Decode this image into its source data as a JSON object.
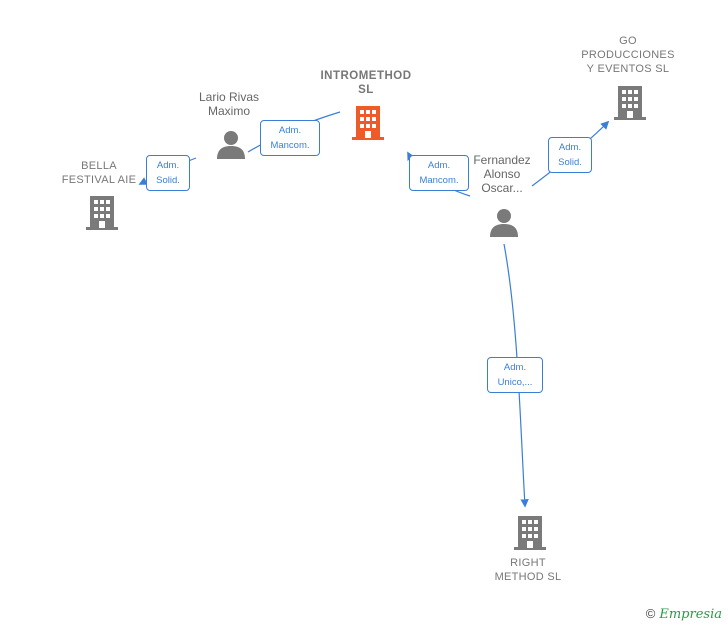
{
  "nodes": {
    "intromethod": {
      "label": "INTROMETHOD\nSL",
      "type": "company",
      "focus": true,
      "color": "#ef5a29"
    },
    "go_producciones": {
      "label": "GO\nPRODUCCIONES\nY EVENTOS SL",
      "type": "company",
      "color": "#7a7a7a"
    },
    "bella_festival": {
      "label": "BELLA\nFESTIVAL  AIE",
      "type": "company",
      "color": "#7a7a7a"
    },
    "right_method": {
      "label": "RIGHT\nMETHOD  SL",
      "type": "company",
      "color": "#7a7a7a"
    },
    "lario_rivas": {
      "label": "Lario Rivas\nMaximo",
      "type": "person",
      "color": "#7a7a7a"
    },
    "fernandez_alonso": {
      "label": "Fernandez\nAlonso\nOscar...",
      "type": "person",
      "color": "#7a7a7a"
    }
  },
  "edges": [
    {
      "from": "lario_rivas",
      "to": "intromethod",
      "label": "Adm.\nMancom."
    },
    {
      "from": "lario_rivas",
      "to": "bella_festival",
      "label": "Adm.\nSolid."
    },
    {
      "from": "fernandez_alonso",
      "to": "intromethod",
      "label": "Adm.\nMancom."
    },
    {
      "from": "fernandez_alonso",
      "to": "go_producciones",
      "label": "Adm.\nSolid."
    },
    {
      "from": "fernandez_alonso",
      "to": "right_method",
      "label": "Adm.\nUnico,..."
    }
  ],
  "colors": {
    "edge": "#3a7fd5",
    "focus": "#ef5a29",
    "neutral": "#7a7a7a"
  },
  "footer": {
    "symbol": "©",
    "brand": "Empresia"
  }
}
